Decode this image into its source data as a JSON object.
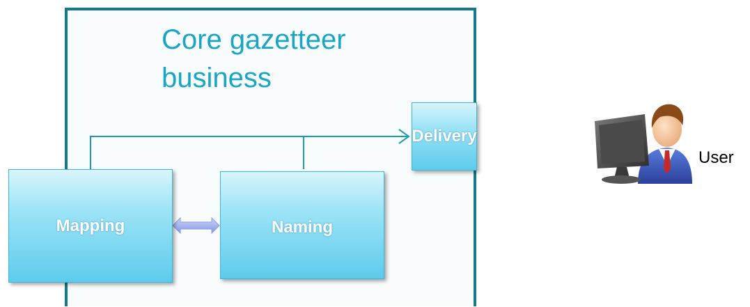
{
  "diagram": {
    "title": "Core gazetteer\nbusiness",
    "boxes": {
      "mapping": "Mapping",
      "naming": "Naming",
      "delivery": "Delivery"
    },
    "user_label": "User",
    "colors": {
      "frame": "#127a8a",
      "title": "#1aa5c5",
      "box_fill": "#7fd8f2",
      "connector": "#1a9ab8",
      "double_arrow": "#9fb0ee"
    },
    "icons": {
      "user": "user-at-computer-icon"
    }
  }
}
